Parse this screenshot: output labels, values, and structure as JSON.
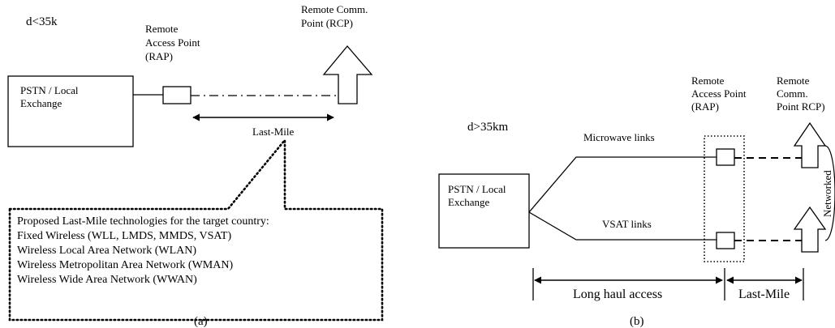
{
  "panel_a": {
    "distance_label": "d<35k",
    "pstn_line1": "PSTN / Local",
    "pstn_line2": "Exchange",
    "rap_line1": "Remote",
    "rap_line2": "Access Point",
    "rap_line3": "(RAP)",
    "rcp_line1": "Remote Comm.",
    "rcp_line2": "Point (RCP)",
    "last_mile": "Last-Mile",
    "callout_lines": [
      "Proposed Last-Mile technologies for the target country:",
      "Fixed Wireless (WLL, LMDS, MMDS, VSAT)",
      "Wireless Local Area Network (WLAN)",
      "Wireless Metropolitan Area Network (WMAN)",
      "Wireless Wide Area Network (WWAN)"
    ],
    "caption": "(a)"
  },
  "panel_b": {
    "distance_label": "d>35km",
    "pstn_line1": "PSTN / Local",
    "pstn_line2": "Exchange",
    "microwave": "Microwave links",
    "vsat": "VSAT links",
    "rap_line1": "Remote",
    "rap_line2": "Access Point",
    "rap_line3": "(RAP)",
    "rcp_line1": "Remote",
    "rcp_line2": "Comm.",
    "rcp_line3": "Point RCP)",
    "networked": "Networked",
    "long_haul": "Long haul access",
    "last_mile": "Last-Mile",
    "caption": "(b)"
  }
}
